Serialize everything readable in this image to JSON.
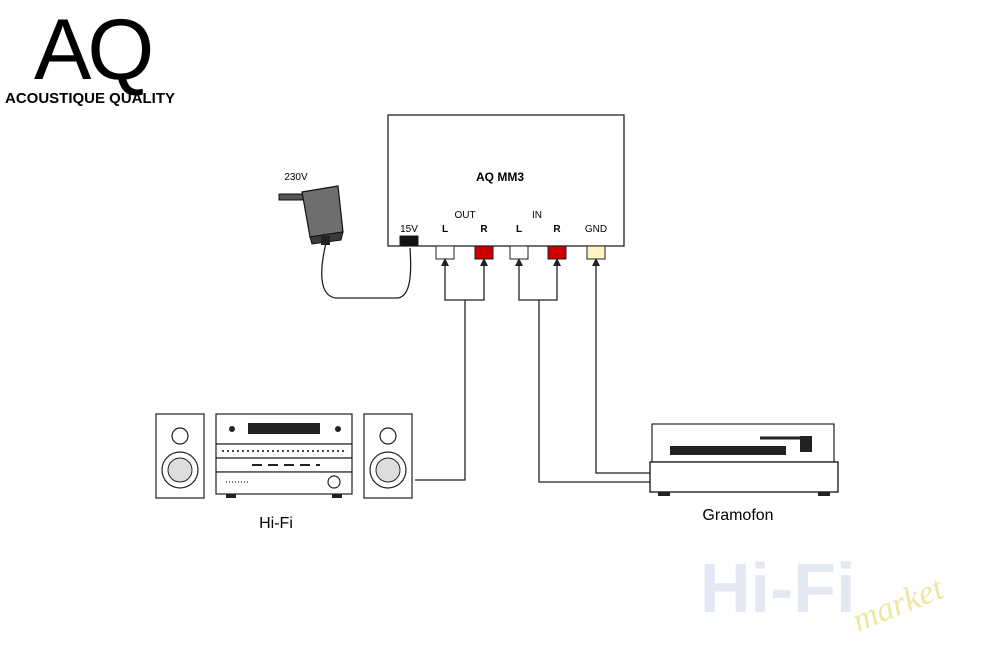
{
  "logo": {
    "mark": "AQ",
    "name": "ACOUSTIQUE QUALITY"
  },
  "device": {
    "title": "AQ MM3",
    "power_label": "15V",
    "out_label": "OUT",
    "in_label": "IN",
    "out_left": "L",
    "out_right": "R",
    "in_left": "L",
    "in_right": "R",
    "gnd_label": "GND"
  },
  "adapter": {
    "voltage_label": "230V"
  },
  "hifi": {
    "label": "Hi-Fi"
  },
  "turntable": {
    "label": "Gramofon"
  },
  "watermark": {
    "main": "Hi-Fi",
    "script": "market"
  },
  "colors": {
    "left_jack": "#ffffff",
    "right_jack": "#cc0000",
    "gnd_jack": "#fff3c4",
    "power_jack": "#111111",
    "watermark_main": "#e3e8f3",
    "watermark_script": "#efe6a0"
  }
}
